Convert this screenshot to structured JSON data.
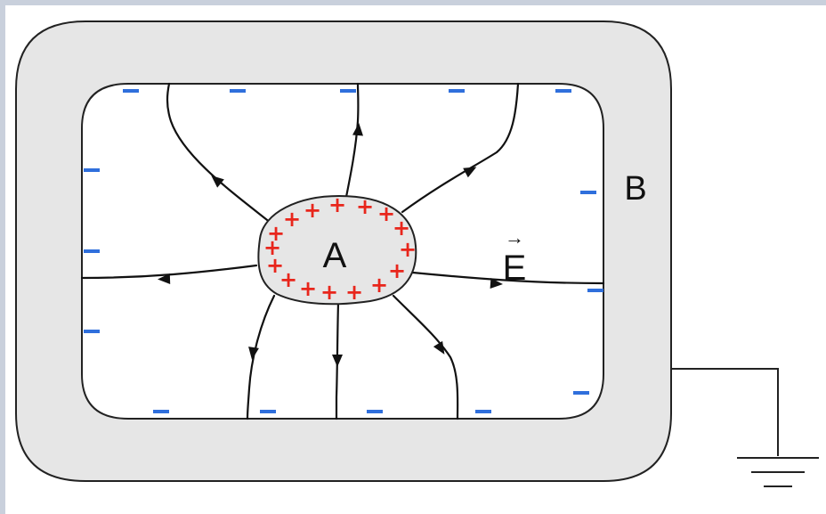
{
  "diagram": {
    "label_inner": "A",
    "label_outer": "B",
    "label_field": "E",
    "field_vector_mark": "→",
    "plus_sign": "+",
    "colors": {
      "positive": "#e8261c",
      "negative": "#2f6fdc",
      "conductor_fill": "#e6e6e6",
      "line": "#111111"
    }
  }
}
